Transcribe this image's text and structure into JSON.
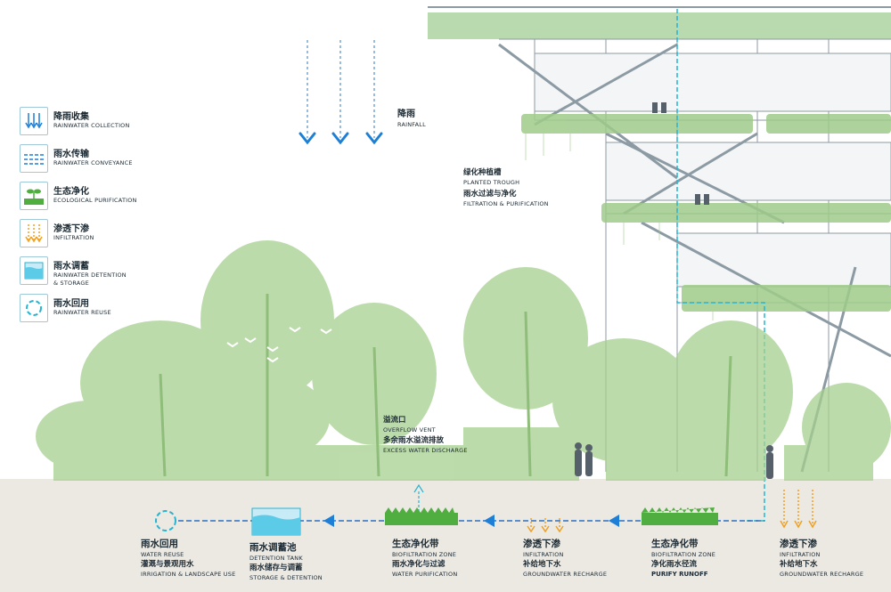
{
  "legend": [
    {
      "cn": "降雨收集",
      "en": "RAINWATER COLLECTION",
      "icon": "rain-collection-icon"
    },
    {
      "cn": "雨水传输",
      "en": "RAINWATER CONVEYANCE",
      "icon": "water-conveyance-icon"
    },
    {
      "cn": "生态净化",
      "en": "ECOLOGICAL PURIFICATION",
      "icon": "sprout-icon"
    },
    {
      "cn": "渗透下渗",
      "en": "INFILTRATION",
      "icon": "infiltration-arrows-icon"
    },
    {
      "cn": "雨水调蓄",
      "en": "RAINWATER DETENTION\n& STORAGE",
      "icon": "detention-tank-icon"
    },
    {
      "cn": "雨水回用",
      "en": "RAINWATER REUSE",
      "icon": "reuse-cycle-icon"
    }
  ],
  "rainfall": {
    "cn": "降雨",
    "en": "RAINFALL"
  },
  "trough": {
    "cn1": "绿化种植槽",
    "en1": "PLANTED TROUGH",
    "cn2": "雨水过滤与净化",
    "en2": "FILTRATION & PURIFICATION"
  },
  "overflow": {
    "cn1": "溢流口",
    "en1": "OVERFLOW VENT",
    "cn2": "多余雨水溢流排放",
    "en2": "EXCESS WATER DISCHARGE"
  },
  "stages": [
    {
      "cn": "雨水回用",
      "en": "WATER REUSE",
      "cn2": "灌溉与景观用水",
      "en2": "IRRIGATION & LANDSCAPE USE"
    },
    {
      "cn": "雨水调蓄池",
      "en": "DETENTION TANK",
      "cn2": "雨水储存与调蓄",
      "en2": "STORAGE & DETENTION"
    },
    {
      "cn": "生态净化带",
      "en": "BIOFILTRATION ZONE",
      "cn2": "雨水净化与过滤",
      "en2": "WATER PURIFICATION"
    },
    {
      "cn": "渗透下渗",
      "en": "INFILTRATION",
      "cn2": "补给地下水",
      "en2": "GROUNDWATER RECHARGE"
    },
    {
      "cn": "生态净化带",
      "en": "BIOFILTRATION ZONE",
      "cn2": "净化雨水径流",
      "en2": "PURIFY RUNOFF"
    },
    {
      "cn": "渗透下渗",
      "en": "INFILTRATION",
      "cn2": "补给地下水",
      "en2": "GROUNDWATER RECHARGE"
    }
  ],
  "colors": {
    "water": "#1e7fd6",
    "greenery": "#9fcb8a",
    "ground": "#ece9e3",
    "infiltration": "#f0a020",
    "cyan": "#2ab3d0"
  }
}
